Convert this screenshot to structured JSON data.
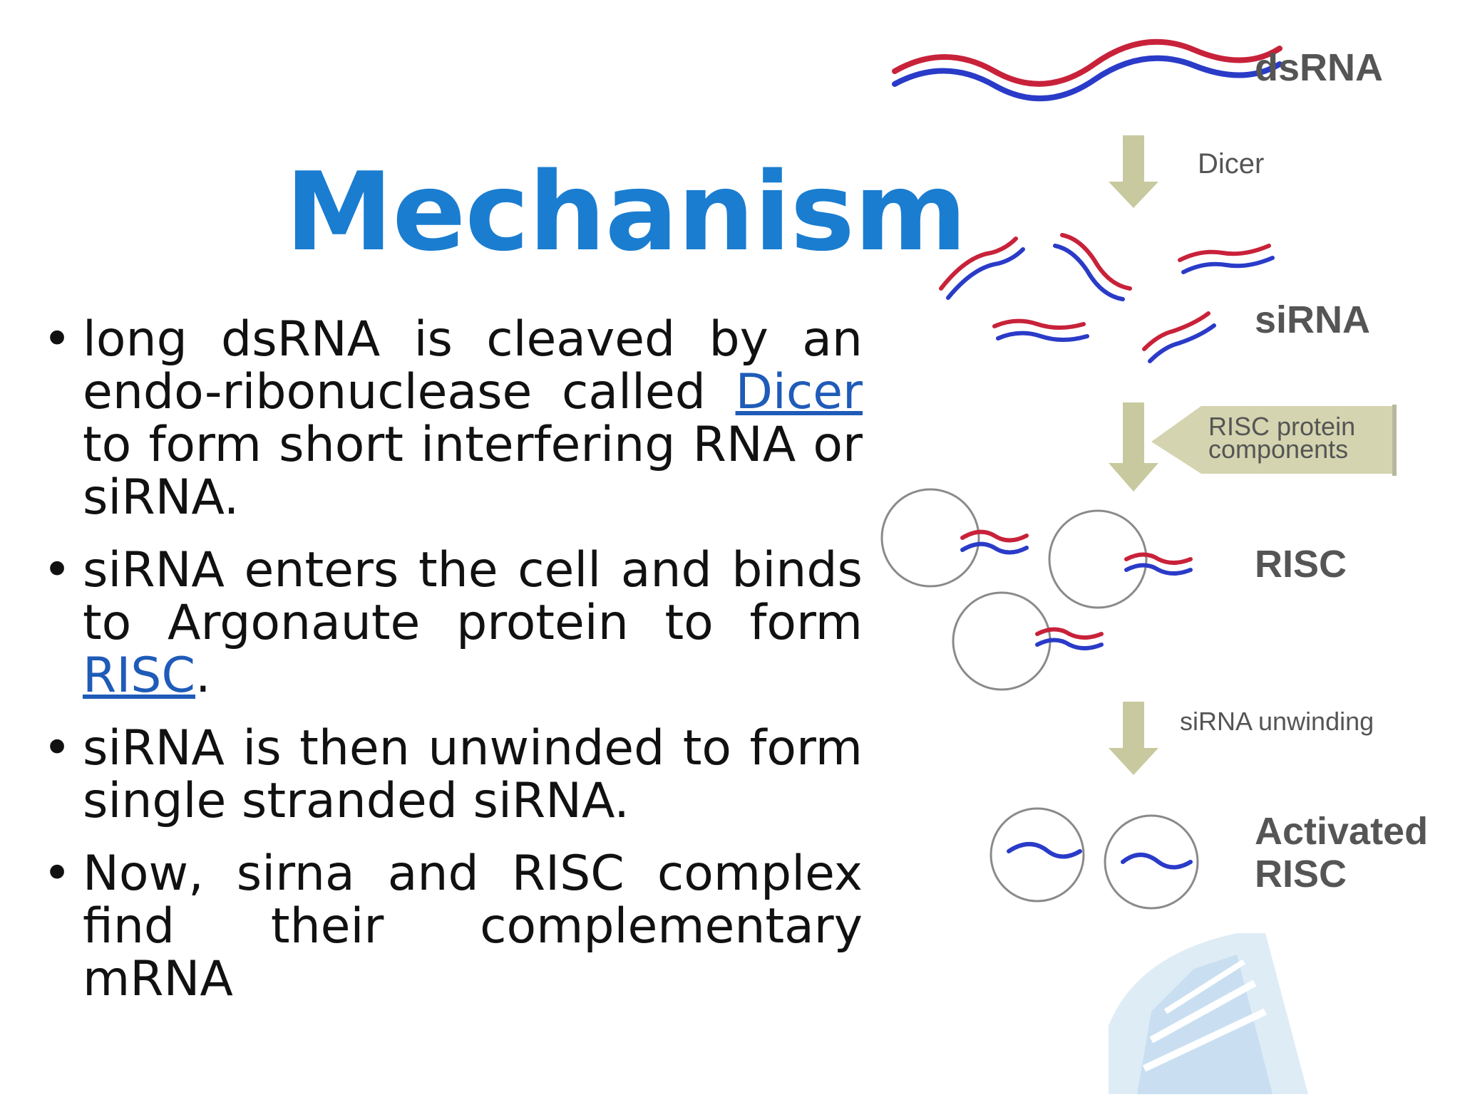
{
  "title": "Mechanism",
  "bullets": [
    {
      "before": "long dsRNA is cleaved by an endo-ribonuclease called ",
      "link": "Dicer",
      "after": " to form short interfering RNA or siRNA."
    },
    {
      "before": "siRNA enters the cell and binds to Argonaute protein to form ",
      "link": "RISC",
      "after": "."
    },
    {
      "before": "siRNA is then unwinded to form single stranded siRNA.",
      "link": "",
      "after": ""
    },
    {
      "before": "Now, sirna and RISC complex find their complementary mRNA",
      "link": "",
      "after": ""
    }
  ],
  "bullet_glyph": "•",
  "diagram": {
    "labels": {
      "dsrna": "dsRNA",
      "dicer": "Dicer",
      "sirna": "siRNA",
      "risc_protein_line1": "RISC protein",
      "risc_protein_line2": "components",
      "risc": "RISC",
      "unwinding": "siRNA unwinding",
      "activated_line1": "Activated",
      "activated_line2": "RISC"
    },
    "colors": {
      "strand_red": "#c8223a",
      "strand_blue": "#2a3bc8",
      "arrow": "#c9c9a0",
      "circle": "#8a8a8a",
      "watermark": "#cfe3f3"
    }
  },
  "colors": {
    "title": "#1a7dd0",
    "link": "#1f5bb8",
    "text": "#111111"
  }
}
